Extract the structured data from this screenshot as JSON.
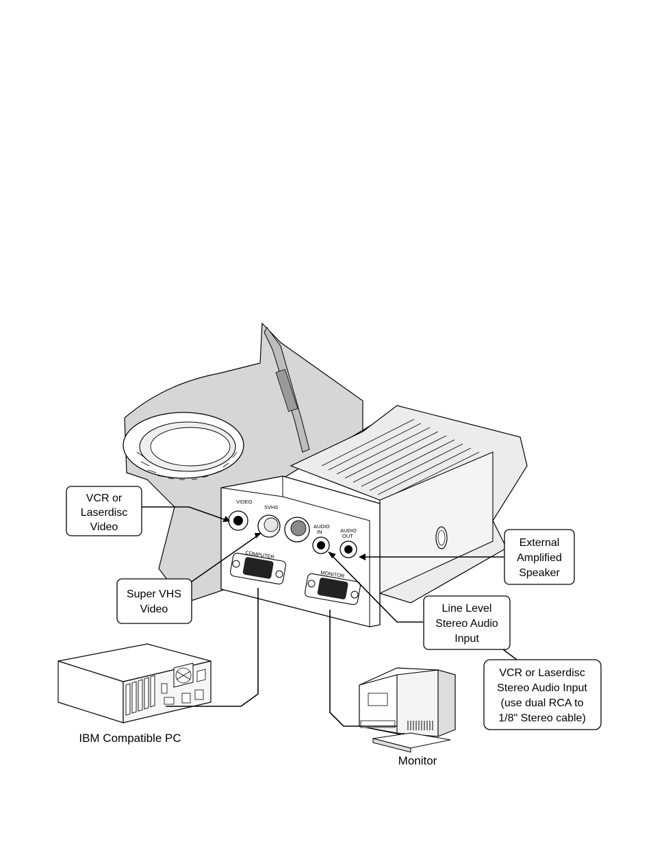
{
  "diagram": {
    "callouts": {
      "vcr_video": [
        "VCR or",
        "Laserdisc",
        "Video"
      ],
      "super_vhs": [
        "Super VHS",
        "Video"
      ],
      "external_speaker": [
        "External",
        "Amplified",
        "Speaker"
      ],
      "line_level_audio": [
        "Line Level",
        "Stereo Audio",
        "Input"
      ],
      "vcr_stereo_audio": [
        "VCR or Laserdisc",
        "Stereo Audio Input",
        "(use dual RCA to",
        "1/8\" Stereo cable)"
      ]
    },
    "panel_labels": {
      "video": "VIDEO",
      "svhs": "SVHS",
      "audio_in": [
        "AUDIO",
        "IN"
      ],
      "audio_out": [
        "AUDIO",
        "OUT"
      ],
      "computer": "COMPUTER",
      "monitor": "MONITOR"
    },
    "device_labels": {
      "pc": "IBM Compatible PC",
      "monitor": "Monitor"
    }
  }
}
